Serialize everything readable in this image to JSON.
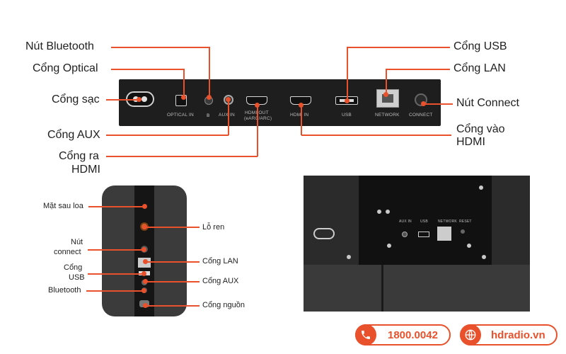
{
  "top": {
    "labels": {
      "bluetooth_btn": "Nút Bluetooth",
      "optical": "Cổng Optical",
      "power": "Cổng sạc",
      "aux": "Cổng AUX",
      "hdmi_out_line1": "Cổng ra",
      "hdmi_out_line2": "HDMI",
      "usb": "Cổng USB",
      "lan": "Cổng LAN",
      "connect": "Nút Connect",
      "hdmi_in_line1": "Cổng vào",
      "hdmi_in_line2": "HDMI"
    },
    "panel_text": {
      "optical_in": "OPTICAL IN",
      "bt_symbol": "ʙ",
      "aux_in": "AUX IN",
      "hdmi_out": "HDMI OUT",
      "hdmi_out_sub": "(eARC/ARC)",
      "hdmi_in": "HDMI IN",
      "usb": "USB",
      "network": "NETWORK",
      "connect": "CONNECT"
    }
  },
  "left": {
    "labels": {
      "back": "Mặt sau loa",
      "thread": "Lỗ ren",
      "connect_line1": "Nút",
      "connect_line2": "connect",
      "lan": "Cổng LAN",
      "usb_line1": "Cổng",
      "usb_line2": "USB",
      "aux": "Cổng AUX",
      "bluetooth": "Bluetooth",
      "power": "Cổng nguồn"
    }
  },
  "right": {
    "panel_text": {
      "aux_in": "AUX IN",
      "usb": "USB",
      "network": "NETWORK",
      "reset": "RESET"
    }
  },
  "footer": {
    "phone": "1800.0042",
    "website": "hdradio.vn",
    "phone_icon": "phone-icon",
    "web_icon": "globe-icon",
    "accent": "#e8512b"
  }
}
